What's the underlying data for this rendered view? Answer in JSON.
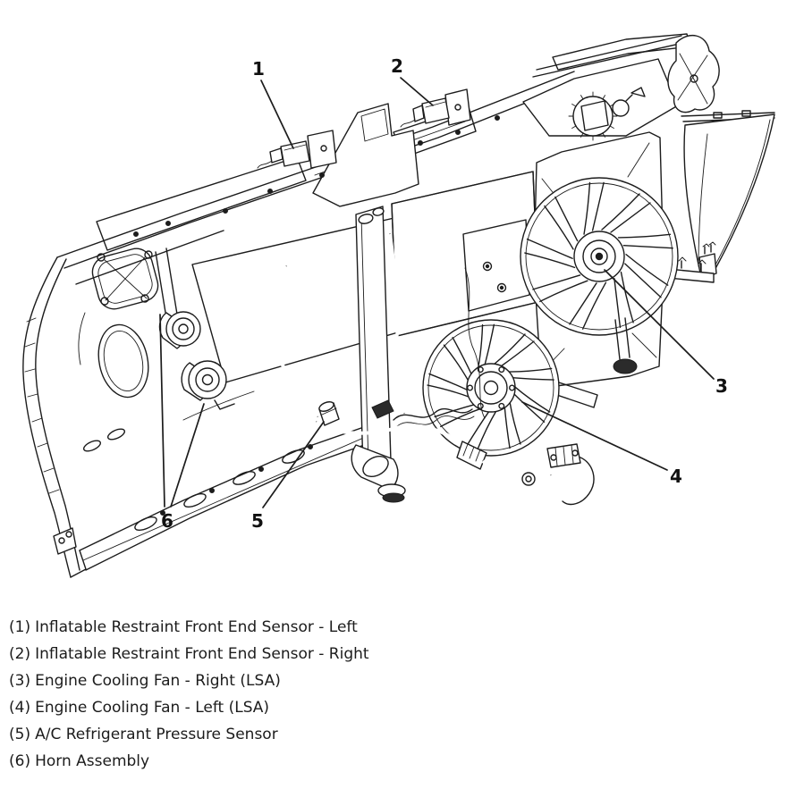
{
  "figure": {
    "background": "#ffffff",
    "line_color": "#1c1c1c",
    "callouts": [
      {
        "number": "1"
      },
      {
        "number": "2"
      },
      {
        "number": "3"
      },
      {
        "number": "4"
      },
      {
        "number": "5"
      },
      {
        "number": "6"
      }
    ]
  },
  "legend": {
    "items": [
      {
        "number": "(1)",
        "label": "Inflatable Restraint Front End Sensor - Left"
      },
      {
        "number": "(2)",
        "label": "Inflatable Restraint Front End Sensor - Right"
      },
      {
        "number": "(3)",
        "label": "Engine Cooling Fan - Right (LSA)"
      },
      {
        "number": "(4)",
        "label": "Engine Cooling Fan - Left (LSA)"
      },
      {
        "number": "(5)",
        "label": "A/C Refrigerant Pressure Sensor"
      },
      {
        "number": "(6)",
        "label": "Horn Assembly"
      }
    ]
  }
}
